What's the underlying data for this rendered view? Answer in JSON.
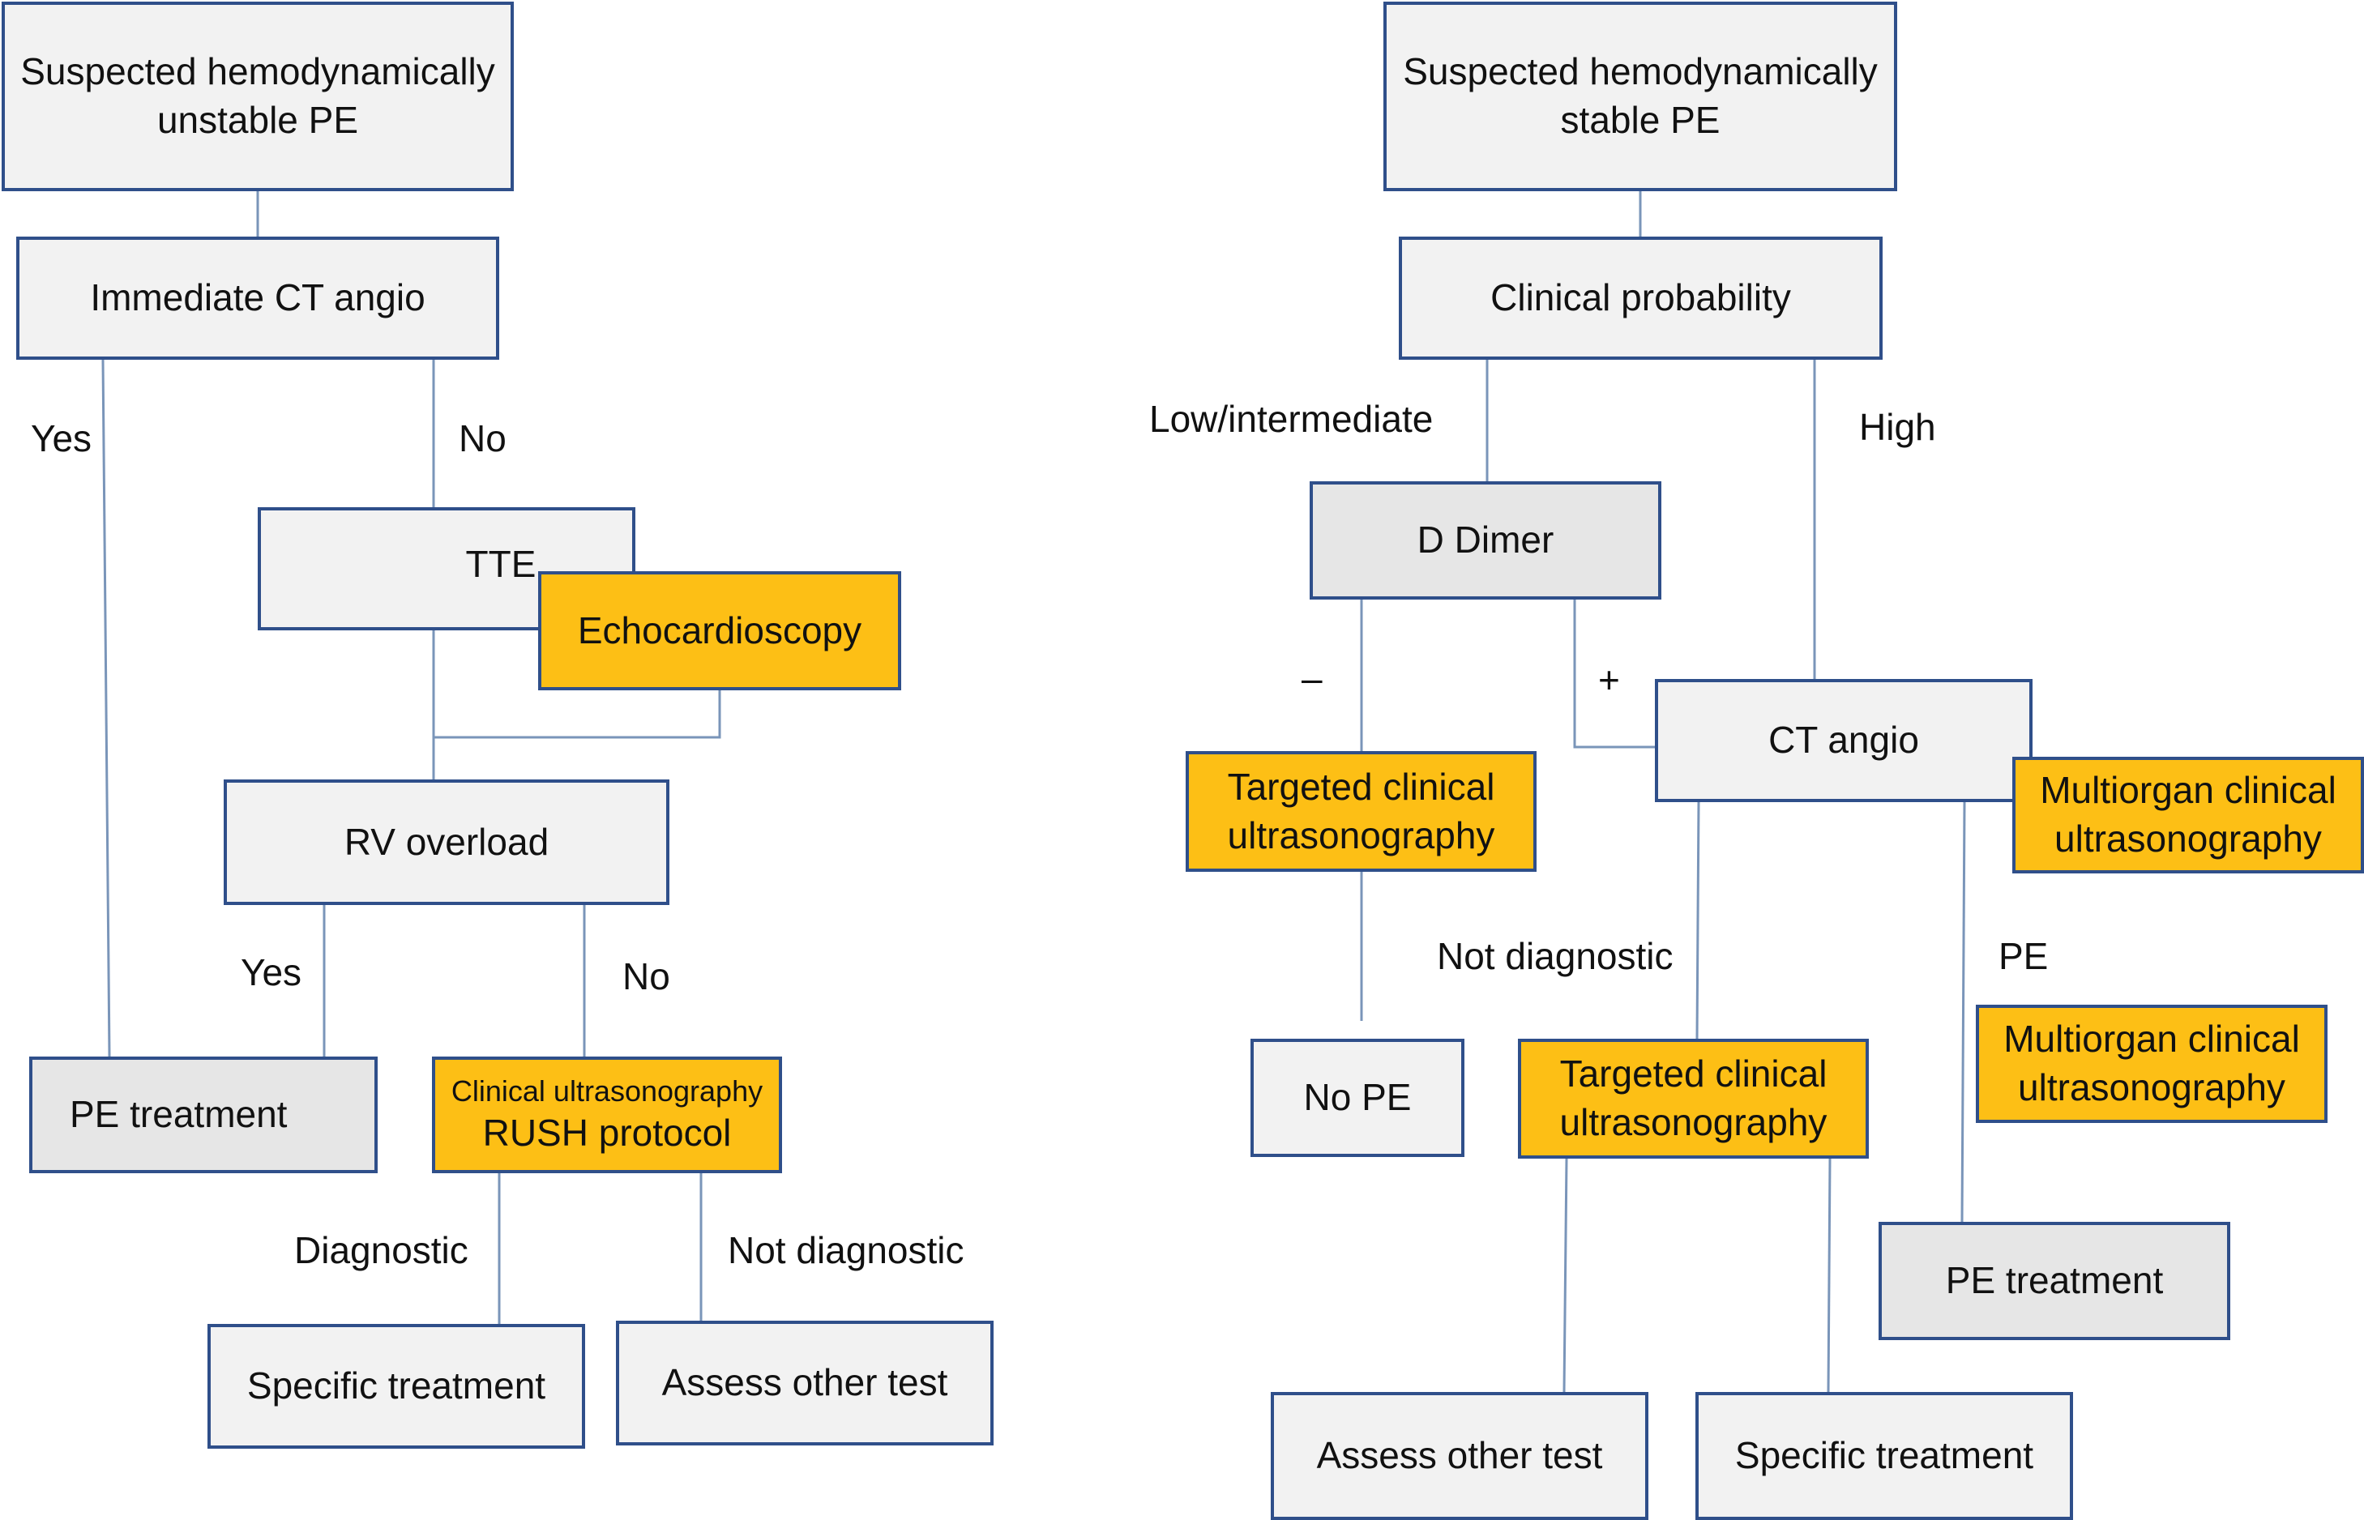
{
  "left": {
    "start": "Suspected hemodynamically unstable PE",
    "ct": "Immediate CT angio",
    "yes1": "Yes",
    "no1": "No",
    "tte": "TTE",
    "echo": "Echocardioscopy",
    "rv": "RV overload",
    "yes2": "Yes",
    "no2": "No",
    "pe_treatment": "PE treatment",
    "rush_top": "Clinical ultrasonography",
    "rush_bottom": "RUSH protocol",
    "diagnostic": "Diagnostic",
    "not_diagnostic": "Not diagnostic",
    "specific": "Specific treatment",
    "assess": "Assess other test"
  },
  "right": {
    "start": "Suspected hemodynamically stable PE",
    "probability": "Clinical probability",
    "low": "Low/intermediate",
    "high": "High",
    "ddimer": "D Dimer",
    "minus": "–",
    "plus": "+",
    "targeted1": "Targeted clinical ultrasonography",
    "ct": "CT angio",
    "multiorgan1": "Multiorgan clinical ultrasonography",
    "not_diagnostic": "Not diagnostic",
    "pe_label": "PE",
    "no_pe": "No PE",
    "targeted2": "Targeted clinical ultrasonography",
    "multiorgan2": "Multiorgan clinical ultrasonography",
    "pe_treatment": "PE treatment",
    "assess": "Assess other test",
    "specific": "Specific treatment"
  },
  "colors": {
    "box_border": "#2f4f8a",
    "connector": "#7a95b9",
    "ultrasound_fill": "#fdbf15",
    "box_fill": "#f2f2f2"
  }
}
